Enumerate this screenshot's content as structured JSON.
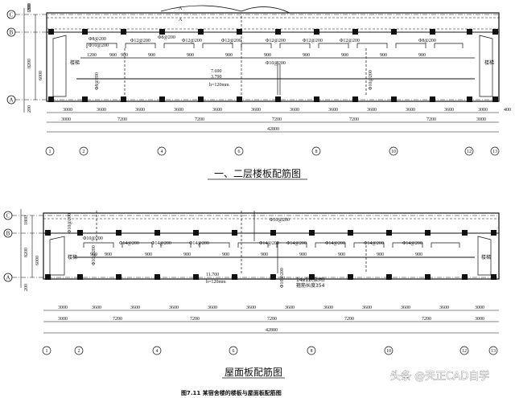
{
  "top_plan": {
    "title": "一、二层楼板配筋图",
    "row_labels": [
      "C",
      "B",
      "A"
    ],
    "left_dims": [
      "1800",
      "8200",
      "6000",
      "200",
      "200"
    ],
    "stair_label": "楼梯",
    "section_mark": "A",
    "notes": [
      "7.690",
      "3.790",
      "h=120mm"
    ],
    "rebar": [
      "Φ8@200",
      "Φ10@200",
      "Φ12@200",
      "Φ8@200",
      "Φ12@200",
      "Φ12@200",
      "Φ12@200",
      "Φ12@200",
      "Φ12@200",
      "Φ8@200",
      "Φ10@200",
      "Φ10@200",
      "Φ8@200"
    ],
    "spans_small": [
      "1200",
      "900",
      "900",
      "900",
      "900",
      "900",
      "900",
      "900",
      "900",
      "900",
      "900",
      "900",
      "900",
      "900"
    ],
    "dims_row1": [
      "3000",
      "3600",
      "3600",
      "3600",
      "3600",
      "3600",
      "3600",
      "3600",
      "3600",
      "3600",
      "3600",
      "3000"
    ],
    "dims_row2": [
      "3000",
      "7200",
      "7200",
      "7200",
      "7200",
      "7200",
      "3000"
    ],
    "total": "42800",
    "right_dim": "400",
    "axes": [
      "1",
      "2",
      "4",
      "6",
      "8",
      "10",
      "12",
      "13"
    ]
  },
  "bottom_plan": {
    "title": "屋面板配筋图",
    "row_labels": [
      "C",
      "B",
      "A"
    ],
    "left_dims": [
      "1800",
      "8200",
      "6000",
      "200"
    ],
    "stair_label": "楼梯",
    "notes": [
      "11.700",
      "h=120mm",
      "14⌀12(余同)",
      "箍筋长度354"
    ],
    "rebar": [
      "Φ10@200",
      "Φ10@200",
      "Φ10@200",
      "Φ14@200",
      "Φ14@200",
      "Φ14@200",
      "Φ14@200",
      "Φ14@200",
      "Φ14@200",
      "Φ14@200",
      "Φ14@200",
      "Φ10@200",
      "Φ10@200"
    ],
    "spans_small": [
      "900",
      "900",
      "900",
      "900",
      "900",
      "900",
      "900",
      "900",
      "900",
      "900",
      "900",
      "900"
    ],
    "dims_row1": [
      "3000",
      "3600",
      "3600",
      "3600",
      "3600",
      "3600",
      "3600",
      "3600",
      "3600",
      "3600",
      "3600",
      "3000"
    ],
    "dims_row2": [
      "3000",
      "7200",
      "7200",
      "7200",
      "7200",
      "7200",
      "3000"
    ],
    "total": "42800",
    "axes": [
      "1",
      "2",
      "4",
      "6",
      "8",
      "10",
      "12",
      "13"
    ]
  },
  "caption": "图7.11   某宿舍楼的楼板与屋面板配筋图",
  "watermark": "头条 @天正CAD自学"
}
